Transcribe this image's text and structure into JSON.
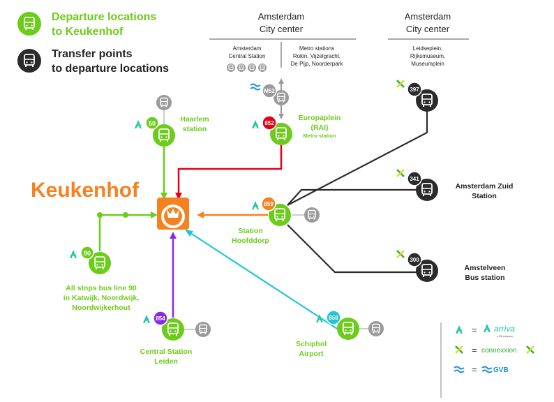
{
  "legend": {
    "departure_line1": "Departure locations",
    "departure_line2": "to Keukenhof",
    "transfer_line1": "Transfer points",
    "transfer_line2": "to departure locations"
  },
  "title": "Keukenhof",
  "amsterdam_center_left": {
    "title_line1": "Amsterdam",
    "title_line2": "City center",
    "central_line1": "Amsterdam",
    "central_line2": "Central Station",
    "metro_line1": "Metro stations",
    "metro_line2": "Rokin, Vijzelgracht,",
    "metro_line3": "De Pijp, Noorderpark"
  },
  "amsterdam_center_right": {
    "title_line1": "Amsterdam",
    "title_line2": "City center",
    "stops_line1": "Leidseplein,",
    "stops_line2": "Rijksmuseum,",
    "stops_line3": "Museumplein"
  },
  "stations": {
    "haarlem": {
      "route": "50",
      "line1": "Haarlem",
      "line2": "station"
    },
    "europaplein": {
      "route": "852",
      "line1": "Europaplein",
      "line2": "(RAI)",
      "line3": "Metro station"
    },
    "metro_line": "M52",
    "hoofddorp": {
      "route": "859",
      "line1": "Station",
      "line2": "Hoofddorp"
    },
    "katwijk": {
      "route": "90",
      "line1": "All stops bus line 90",
      "line2": "in Katwijk, Noordwijk,",
      "line3": "Noordwijkerhout"
    },
    "leiden": {
      "route": "854",
      "line1": "Central Station",
      "line2": "Leiden"
    },
    "schiphol": {
      "route": "858",
      "line1": "Schiphol",
      "line2": "Airport"
    },
    "amsterdam_397": {
      "route": "397"
    },
    "zuid": {
      "route": "341",
      "line1": "Amsterdam Zuid",
      "line2": "Station"
    },
    "amstelveen": {
      "route": "300",
      "line1": "Amstelveen",
      "line2": "Bus station"
    }
  },
  "operators": {
    "arriva": "arriva",
    "arriva_sub": "a DB company",
    "connexxion": "connexxion",
    "gvb": "GVB",
    "equals": "="
  },
  "colors": {
    "green": "#6ccc1a",
    "dark": "#2b2b2b",
    "orange": "#f58220",
    "red": "#e2001a",
    "purple": "#8a2be2",
    "cyan": "#1fc7d4",
    "grey": "#9a9a9a",
    "blue": "#1b8fd8"
  }
}
